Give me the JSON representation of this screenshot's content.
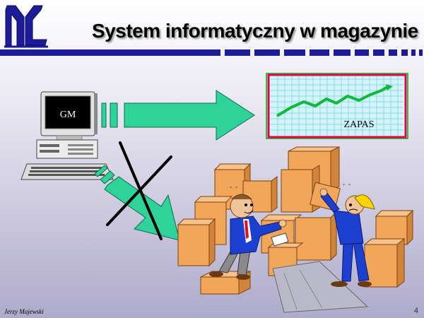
{
  "slide": {
    "title": "System informatyczny w magazynie",
    "author": "Jerzy Majewski",
    "page_number": "4"
  },
  "computer": {
    "screen_label": "GM"
  },
  "chart": {
    "label": "ZAPAS"
  },
  "colors": {
    "accent_blue": "#1c1c9a",
    "arrow_green": "#2fd39a",
    "box_orange": "#f2a65a",
    "chart_grid": "#6ad6e6",
    "chart_line": "#12b83c",
    "chart_frame_red": "#e4004f",
    "chart_frame_green": "#2fbf3a"
  }
}
